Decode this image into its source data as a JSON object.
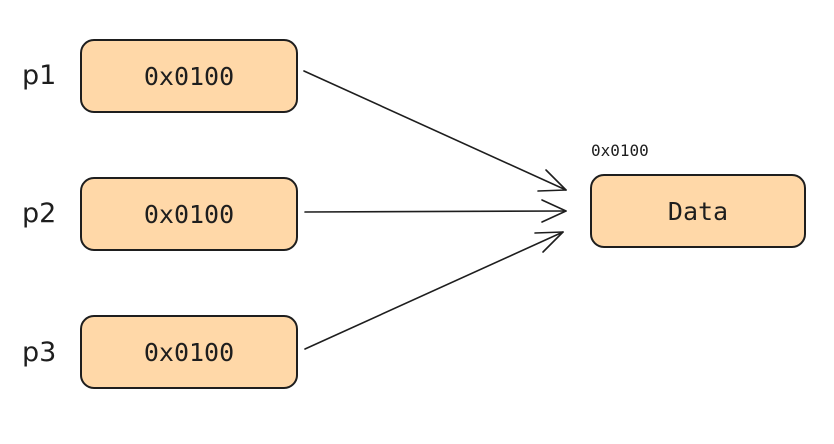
{
  "pointers": [
    {
      "label": "p1",
      "value": "0x0100"
    },
    {
      "label": "p2",
      "value": "0x0100"
    },
    {
      "label": "p3",
      "value": "0x0100"
    }
  ],
  "target": {
    "address": "0x0100",
    "label": "Data"
  },
  "colors": {
    "box_fill": "#ffd8a8",
    "stroke": "#1e1e1e"
  }
}
